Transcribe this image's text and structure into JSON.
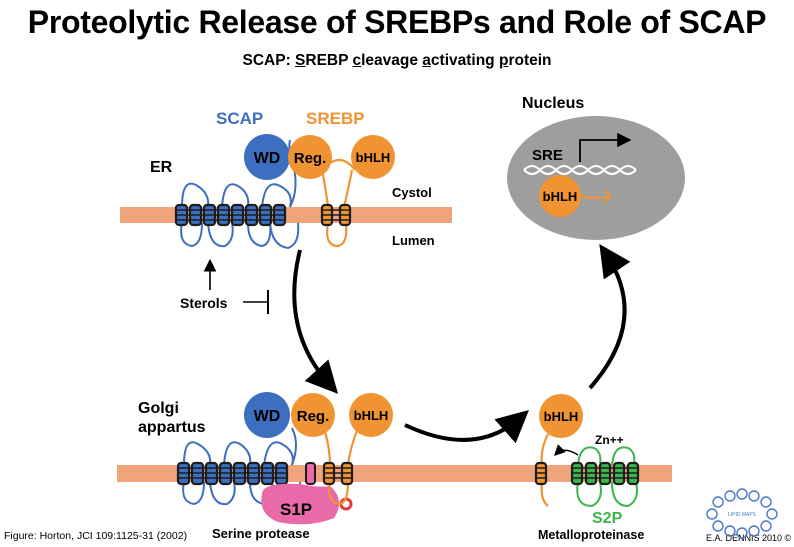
{
  "title": "Proteolytic Release of SREBPs and Role of SCAP",
  "subtitle": {
    "prefix": "SCAP: ",
    "w1_u": "S",
    "w1_rest": "REBP ",
    "w2_u": "c",
    "w2_rest": "leavage ",
    "w3_u": "a",
    "w3_rest": "ctivating ",
    "w4_u": "p",
    "w4_rest": "rotein"
  },
  "labels": {
    "scap": "SCAP",
    "srebp": "SREBP",
    "er": "ER",
    "cystol": "Cystol",
    "lumen": "Lumen",
    "sterols": "Sterols",
    "nucleus": "Nucleus",
    "sre": "SRE",
    "golgi_line1": "Golgi",
    "golgi_line2": "appartus",
    "wd": "WD",
    "reg": "Reg.",
    "bhlh": "bHLH",
    "s1p": "S1P",
    "s2p": "S2P",
    "zn": "Zn++",
    "serine_protease": "Serine protease",
    "metalloproteinase": "Metalloproteinase",
    "figure_credit": "Figure: Horton, JCI 109:1125-31  (2002)",
    "copyright": "E.A. DENNIS 2010 ©",
    "logo_text": "LIPID MAPS"
  },
  "colors": {
    "membrane": "#f0a47c",
    "scap_blue": "#3d6fc1",
    "srebp_orange": "#f09433",
    "s1p_pink": "#e86aa8",
    "s2p_green": "#3cb54a",
    "nucleus_gray": "#9e9e9e",
    "tm_dark": "#1d1d1d"
  }
}
